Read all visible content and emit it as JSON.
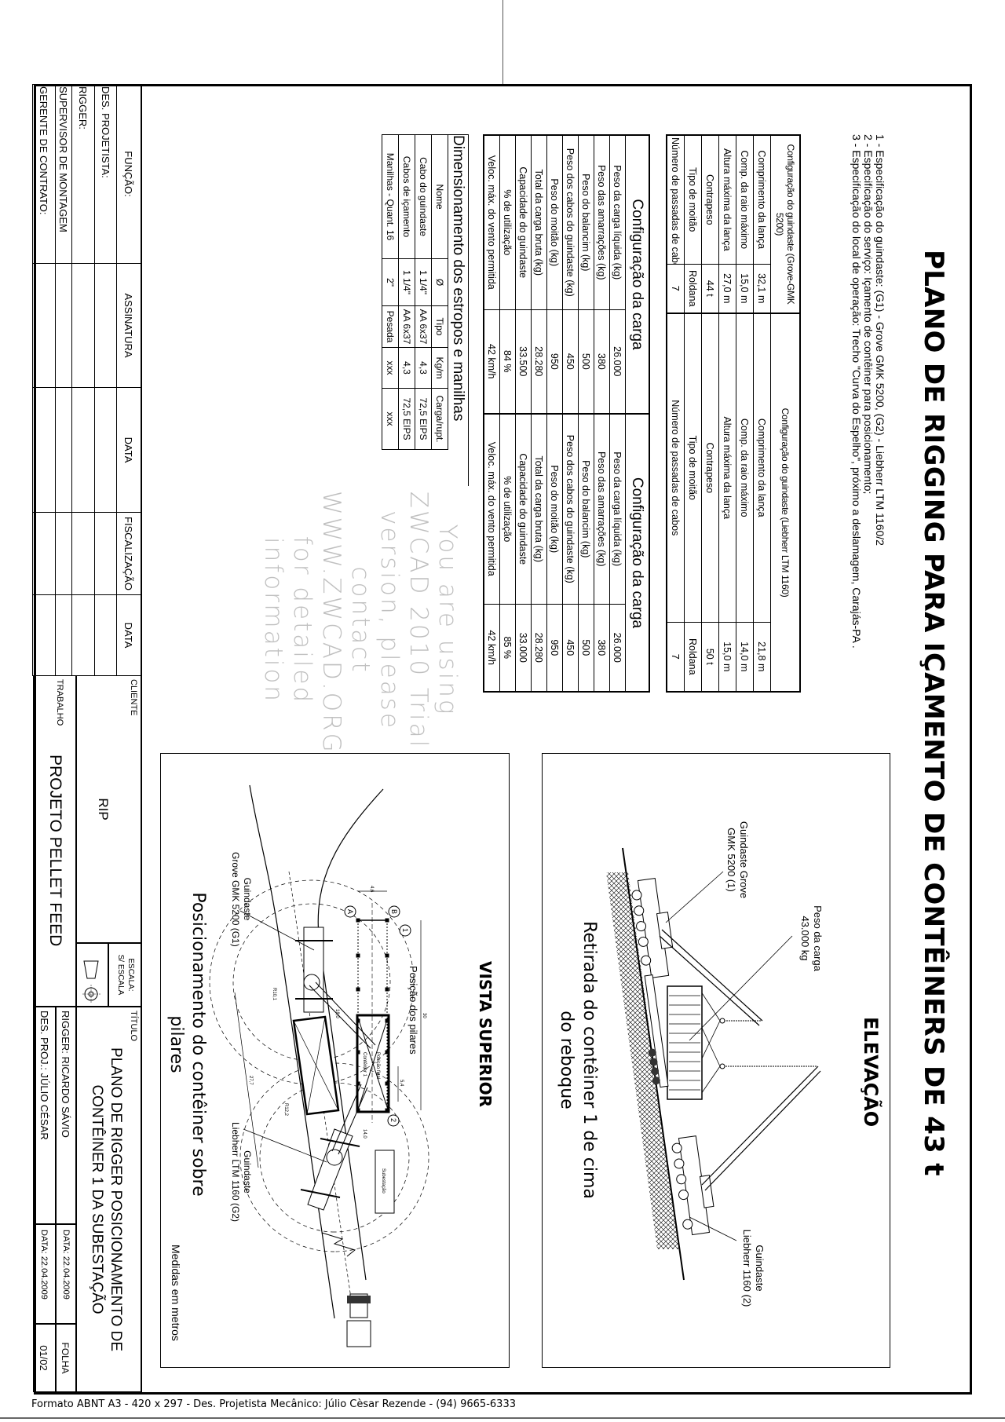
{
  "title": "PLANO DE RIGGING PARA IÇAMENTO DE CONTÊINERS DE 43 t",
  "notes": [
    "1 - Especificação do guindaste: (G1) - Grove GMK 5200, (G2) - Liebherr LTM 1160/2",
    "2 - Especificação do serviço: Içamento de contêiner para posicionamento;",
    "3 - Especificação do local de operação: Trecho \"Curva do Espelho\", próximo a deslamagem, Carajás-PA ."
  ],
  "crane_table": {
    "header_1": "Configuração do guindaste (Grove-GMK 5200)",
    "header_2": "Configuração do guindaste (Liebherr LTM 1160)",
    "rows": [
      {
        "label_1": "Comprimento da lança",
        "value_1": "32,1 m",
        "label_2": "Comprimento da lança",
        "value_2": "21,8 m"
      },
      {
        "label_1": "Comp. da raio máximo",
        "value_1": "15,0 m",
        "label_2": "Comp. da raio máximo",
        "value_2": "14,0 m"
      },
      {
        "label_1": "Altura máxima da lança",
        "value_1": "27,0 m",
        "label_2": "Altura máxima da lança",
        "value_2": "15,0 m"
      },
      {
        "label_1": "Contrapeso",
        "value_1": "44 t",
        "label_2": "Contrapeso",
        "value_2": "50 t"
      },
      {
        "label_1": "Tipo de moitão",
        "value_1": "Roldana",
        "label_2": "Tipo de moitão",
        "value_2": "Roldana"
      },
      {
        "label_1": "Número de passadas de cabos",
        "value_1": "7",
        "label_2": "Número de passadas de cabos",
        "value_2": "7"
      }
    ]
  },
  "load_table": {
    "title_1": "Configuração da carga",
    "title_2": "Configuração da carga",
    "rows": [
      {
        "label_1": "Peso da carga líquida (kg)",
        "value_1": "26.000",
        "label_2": "Peso da carga líquida (kg)",
        "value_2": "26.000"
      },
      {
        "label_1": "Peso das amarrações (kg)",
        "value_1": "380",
        "label_2": "Peso das amarrações (kg)",
        "value_2": "380"
      },
      {
        "label_1": "Peso do balancim (kg)",
        "value_1": "500",
        "label_2": "Peso do balancim (kg)",
        "value_2": "500"
      },
      {
        "label_1": "Peso dos cabos do guindaste (kg)",
        "value_1": "450",
        "label_2": "Peso dos cabos do guindaste (kg)",
        "value_2": "450"
      },
      {
        "label_1": "Peso do moitão (kg)",
        "value_1": "950",
        "label_2": "Peso do moitão (kg)",
        "value_2": "950"
      },
      {
        "label_1": "Total da carga bruta (kg)",
        "value_1": "28.280",
        "label_2": "Total da carga bruta (kg)",
        "value_2": "28.280"
      },
      {
        "label_1": "Capacidade do guindaste",
        "value_1": "33.500",
        "label_2": "Capacidade do guindaste",
        "value_2": "33.000"
      },
      {
        "label_1": "% de utilização",
        "value_1": "84 %",
        "label_2": "% de utilização",
        "value_2": "85 %"
      },
      {
        "label_1": "Veloc. máx. do vento permitida",
        "value_1": "42 km/h",
        "label_2": "Veloc. máx. do vento permitida",
        "value_2": "42 km/h"
      }
    ]
  },
  "slings_table": {
    "title": "Dimensionamento dos estropos e manilhas",
    "headers": [
      "Nome",
      "Ø",
      "Tipo",
      "Kg/m",
      "Carga/rupt."
    ],
    "rows": [
      [
        "Cabo do guindaste",
        "1 1/4\"",
        "AA 6x37",
        "4,3",
        "72,5 EIPS"
      ],
      [
        "Cabos de içamento",
        "1 1/4\"",
        "AA 6x37",
        "4,3",
        "72,5 EIPS"
      ],
      [
        "Manilhas - Quant. 16",
        "2\"",
        "Pesada",
        "xxx",
        "xxx"
      ]
    ]
  },
  "elevation": {
    "heading": "ELEVAÇÃO",
    "load_label": [
      "Peso da carga",
      "43.000 kg"
    ],
    "crane_1_label": [
      "Guindaste Grove",
      "GMK 5200 (1)"
    ],
    "crane_2_label": [
      "Guindaste",
      "Liebherr 1160 (2)"
    ],
    "caption": [
      "Retirada do contêiner 1 de cima",
      "do reboque"
    ]
  },
  "top_view": {
    "heading": "VISTA SUPERIOR",
    "pillars_label": "Posição dos pilares",
    "final_position": "Posição final",
    "container": "Contêiner 1",
    "substation": "Subestação",
    "crane_1_label": [
      "Guindaste",
      "Grove GMK 5200 (G1)"
    ],
    "crane_2_label": [
      "Guindaste",
      "Liebherr LTM 1160 (G2)"
    ],
    "caption": [
      "Posicionamento do contêiner sobre",
      "pilares"
    ],
    "units": "Medidas em metros",
    "markers": {
      "a": "A",
      "b": "B",
      "one": "1",
      "two": "2"
    },
    "dims": {
      "width": "4,6",
      "length": "30",
      "container": "5,4",
      "radius_1": "18,0",
      "radius_2": "R10,1",
      "radius_3": "R12,2",
      "radius_4": "14,0",
      "distance": "27,7"
    }
  },
  "watermark": [
    "You are using ZWCAD 2010 Trial",
    "version, please contact",
    "WWW.ZWCAD.ORG for detailed",
    "information"
  ],
  "title_block": {
    "signatures": {
      "headers": [
        "FUNÇÃO:",
        "ASSINATURA",
        "DATA",
        "FISCALIZAÇÃO",
        "DATA"
      ],
      "roles": [
        "DES. PROJETISTA:",
        "RIGGER:",
        "SUPERVISOR DE MONTAGEM",
        "GERENTE DE CONTRATO:"
      ]
    },
    "client_label": "CLIENTE",
    "client": "RIP",
    "scale_label": "ESCALA:",
    "scale": "S/ ESCALA",
    "title_label": "TÍTULO",
    "title_lines": [
      "PLANO DE RIGGER POSICIONAMENTO DE",
      "CONTÊINER 1 DA SUBESTAÇÃO"
    ],
    "work_label": "TRABALHO",
    "work": "PROJETO PELLET FEED",
    "rigger": "RIGGER: RICARDO SÁVIO",
    "designer": "DES. PROJ.: JÚLIO CÉSAR",
    "rigger_date": "DATA: 22.04.2009",
    "designer_date": "DATA: 22.04.2009",
    "sheet_label": "FOLHA",
    "sheet": "01/02"
  },
  "footer": "Formato ABNT A3 - 420 x 297 - Des. Projetista Mecânico: Júlio Cèsar Rezende - (94) 9665-6333"
}
